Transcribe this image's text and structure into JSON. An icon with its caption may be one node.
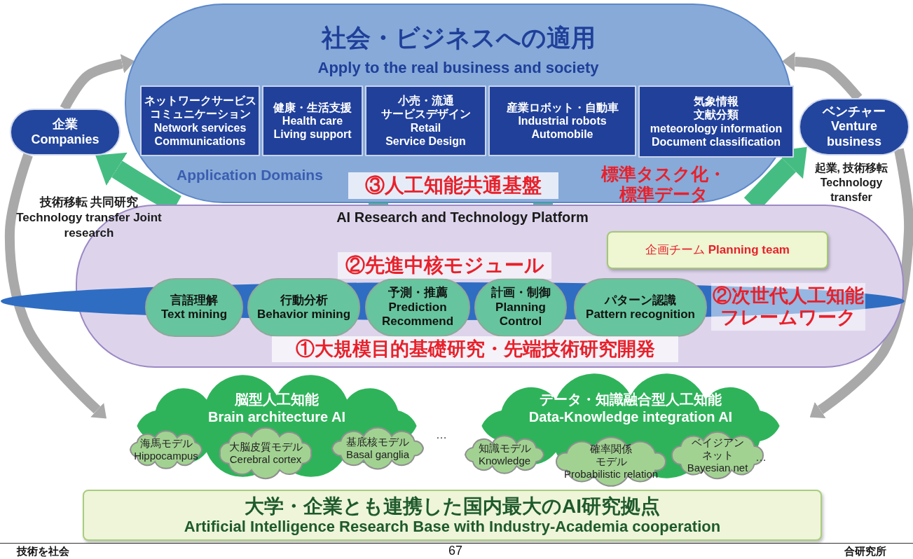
{
  "diagram": {
    "nodes": [
      {
        "text": [
          "社会・ビジネスへの適用",
          "Apply to the real business and society",
          "Application Domains"
        ]
      },
      {
        "text": [
          "ネットワークサービス",
          "コミュニケーション",
          "Network services",
          "Communications"
        ],
        "in": 0
      },
      {
        "text": [
          "健康・生活支援",
          "Health care",
          "Living support"
        ],
        "in": 0
      },
      {
        "text": [
          "小売・流通",
          "サービスデザイン",
          "Retail",
          "Service Design"
        ],
        "in": 0
      },
      {
        "text": [
          "産業ロボット・自動車",
          "Industrial robots",
          "Automobile"
        ],
        "in": 0
      },
      {
        "text": [
          "気象情報",
          "文献分類",
          "meteorology information",
          "Document classification"
        ],
        "in": 0
      },
      {
        "text": [
          "企業",
          "Companies"
        ]
      },
      {
        "text": [
          "ベンチャー",
          "Venture",
          "business"
        ]
      },
      {
        "text": [
          "AI Research and Technology Platform"
        ]
      },
      {
        "text": [
          "企画チーム **Planning team**"
        ],
        "in": 8
      },
      {
        "text": [
          "言語理解",
          "Text mining"
        ],
        "in": 8
      },
      {
        "text": [
          "行動分析",
          "Behavior mining"
        ],
        "in": 8
      },
      {
        "text": [
          "予測・推薦",
          "Prediction",
          "Recommend"
        ],
        "in": 8
      },
      {
        "text": [
          "計画・制御",
          "Planning",
          "Control"
        ],
        "in": 8
      },
      {
        "text": [
          "パターン認識",
          "Pattern recognition"
        ],
        "in": 8
      },
      {
        "text": [
          "脳型人工知能",
          "Brain architecture AI"
        ]
      },
      {
        "text": [
          "海馬モデル",
          "Hippocampus"
        ],
        "in": 15
      },
      {
        "text": [
          "大脳皮質モデル",
          "Cerebral cortex"
        ],
        "in": 15
      },
      {
        "text": [
          "基底核モデル",
          "Basal ganglia"
        ],
        "in": 15
      },
      {
        "text": [
          "データ・知識融合型人工知能",
          "Data-Knowledge integration AI"
        ]
      },
      {
        "text": [
          "知識モデル",
          "Knowledge"
        ],
        "in": 19
      },
      {
        "text": [
          "確率関係",
          "モデル",
          "Probabilistic relation"
        ],
        "in": 19
      },
      {
        "text": [
          "ベイジアン",
          "ネット",
          "Bayesian net"
        ],
        "in": 19
      },
      {
        "text": [
          "大学・企業とも連携した国内最大のAI研究拠点",
          "Artificial Intelligence Research Base with Industry-Academia cooperation"
        ]
      }
    ],
    "edges": [
      {
        "from": 8,
        "to": 6,
        "arrow": "to",
        "label": "技術移転 共同研究 Technology transfer Joint research",
        "style": "thick",
        "color": "#45bd82"
      },
      {
        "from": 8,
        "to": 7,
        "arrow": "to",
        "label": "起業, 技術移転 Technology transfer",
        "style": "thick",
        "color": "#45bd82"
      },
      {
        "from": 8,
        "to": 0,
        "arrow": "to",
        "style": "thick",
        "color": "#45bd82"
      },
      {
        "from": 8,
        "to": 0,
        "arrow": "to",
        "style": "thick",
        "color": "#45bd82"
      },
      {
        "from": 6,
        "to": 0,
        "arrow": "to",
        "color": "#a9a9a9"
      },
      {
        "from": 6,
        "to": 15,
        "arrow": "to",
        "color": "#a9a9a9"
      },
      {
        "from": 7,
        "to": 0,
        "arrow": "to",
        "color": "#a9a9a9"
      },
      {
        "from": 7,
        "to": 19,
        "arrow": "to",
        "color": "#a9a9a9"
      }
    ],
    "labels": [
      "③人工知能共通基盤",
      "標準タスク化・標準データ",
      "②先進中核モジュール",
      "②次世代人工知能フレームワーク",
      "①大規模目的基礎研究・先端技術研究開発",
      "…",
      "…",
      "技術を社会",
      "67",
      "合研究所"
    ]
  }
}
